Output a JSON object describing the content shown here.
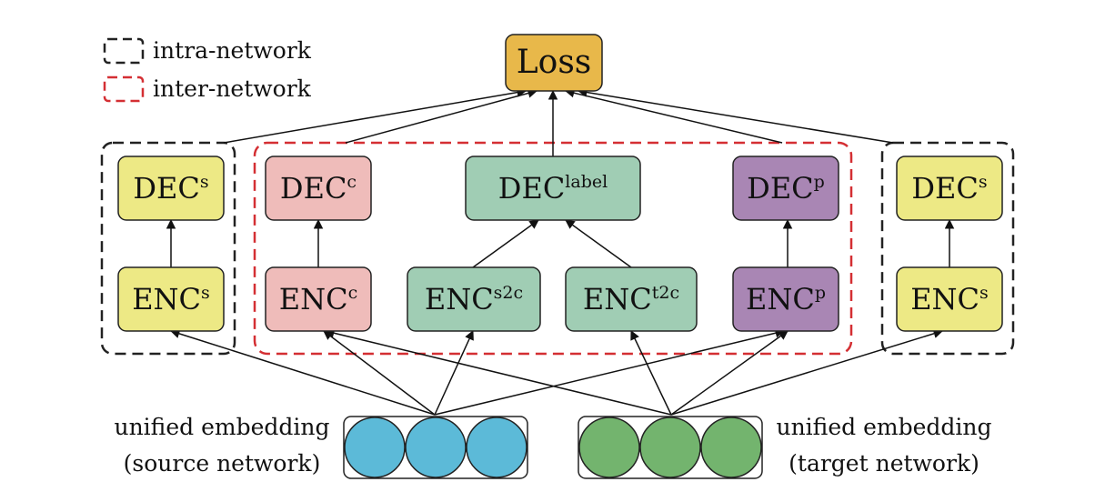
{
  "legend": {
    "intra": "intra-network",
    "inter": "inter-network"
  },
  "loss": {
    "label": "Loss"
  },
  "nodes": {
    "dec_s_left": {
      "base": "DEC",
      "sup": "s"
    },
    "enc_s_left": {
      "base": "ENC",
      "sup": "s"
    },
    "dec_c": {
      "base": "DEC",
      "sup": "c"
    },
    "enc_c": {
      "base": "ENC",
      "sup": "c"
    },
    "dec_label": {
      "base": "DEC",
      "sup": "label"
    },
    "enc_s2c": {
      "base": "ENC",
      "sup": "s2c"
    },
    "enc_t2c": {
      "base": "ENC",
      "sup": "t2c"
    },
    "dec_p": {
      "base": "DEC",
      "sup": "p"
    },
    "enc_p": {
      "base": "ENC",
      "sup": "p"
    },
    "dec_s_right": {
      "base": "DEC",
      "sup": "s"
    },
    "enc_s_right": {
      "base": "ENC",
      "sup": "s"
    }
  },
  "embeddings": {
    "source": {
      "line1": "unified embedding",
      "line2": "(source network)"
    },
    "target": {
      "line1": "unified embedding",
      "line2": "(target network)"
    }
  },
  "colors": {
    "loss": "#e8b84a",
    "yellow": "#ede985",
    "pink": "#efbcba",
    "green": "#a0cdb4",
    "purple": "#a986b4",
    "blue_circle": "#5cbad8",
    "green_circle": "#73b46e",
    "intra_border": "#222222",
    "inter_border": "#d42f33"
  }
}
